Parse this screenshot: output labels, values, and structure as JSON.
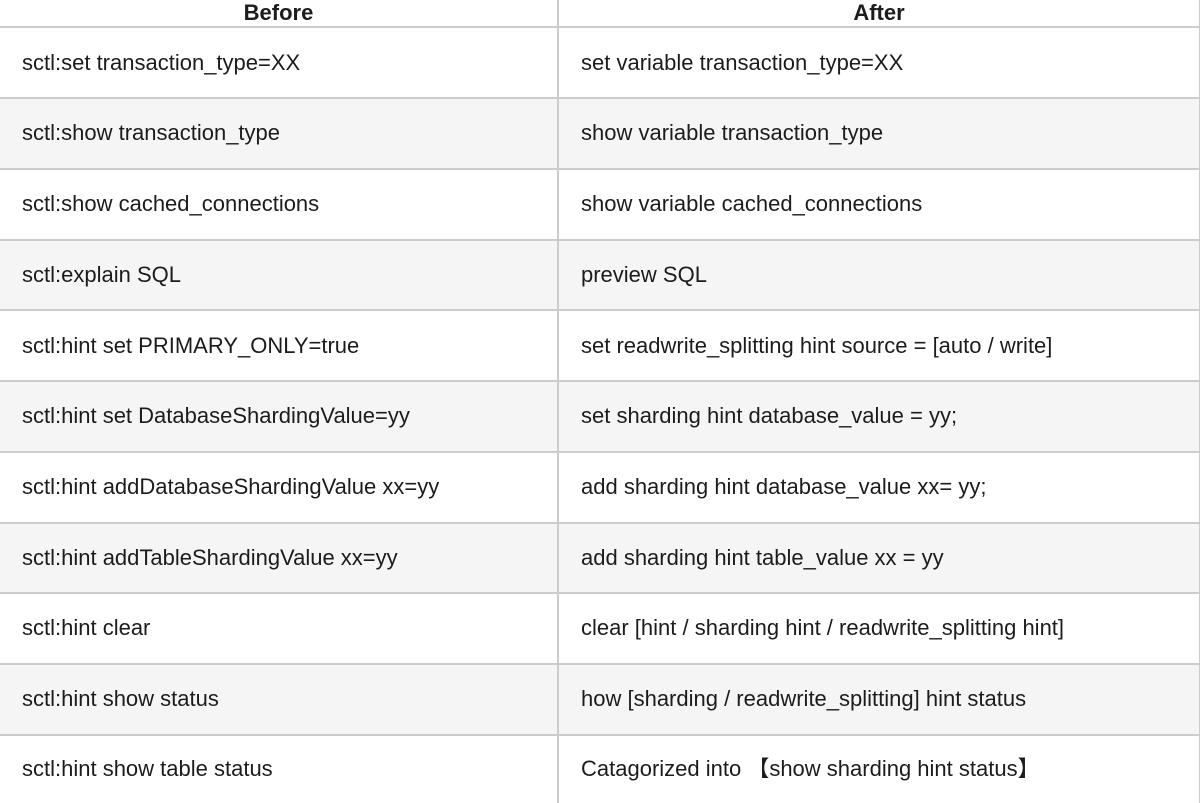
{
  "table": {
    "columns": [
      "Before",
      "After"
    ],
    "rows": [
      {
        "before": "sctl:set transaction_type=XX",
        "after": "set variable transaction_type=XX"
      },
      {
        "before": "sctl:show transaction_type",
        "after": "show variable transaction_type"
      },
      {
        "before": "sctl:show cached_connections",
        "after": "show variable cached_connections"
      },
      {
        "before": "sctl:explain SQL",
        "after": "preview SQL"
      },
      {
        "before": "sctl:hint set PRIMARY_ONLY=true",
        "after": "set readwrite_splitting hint source = [auto / write]"
      },
      {
        "before": "sctl:hint set DatabaseShardingValue=yy",
        "after": "set sharding hint database_value = yy;"
      },
      {
        "before": "sctl:hint addDatabaseShardingValue xx=yy",
        "after": "add sharding hint database_value xx= yy;"
      },
      {
        "before": "sctl:hint addTableShardingValue xx=yy",
        "after": "add sharding hint table_value xx = yy"
      },
      {
        "before": "sctl:hint clear",
        "after": "clear [hint / sharding hint / readwrite_splitting hint]"
      },
      {
        "before": "sctl:hint show status",
        "after": "how [sharding / readwrite_splitting] hint status"
      },
      {
        "before": "sctl:hint show table status",
        "after": "Catagorized into 【show sharding hint status】"
      }
    ],
    "colors": {
      "background": "#ffffff",
      "row_stripe": "#f5f5f5",
      "border": "#cccccc",
      "text": "#1c1c1c"
    }
  }
}
